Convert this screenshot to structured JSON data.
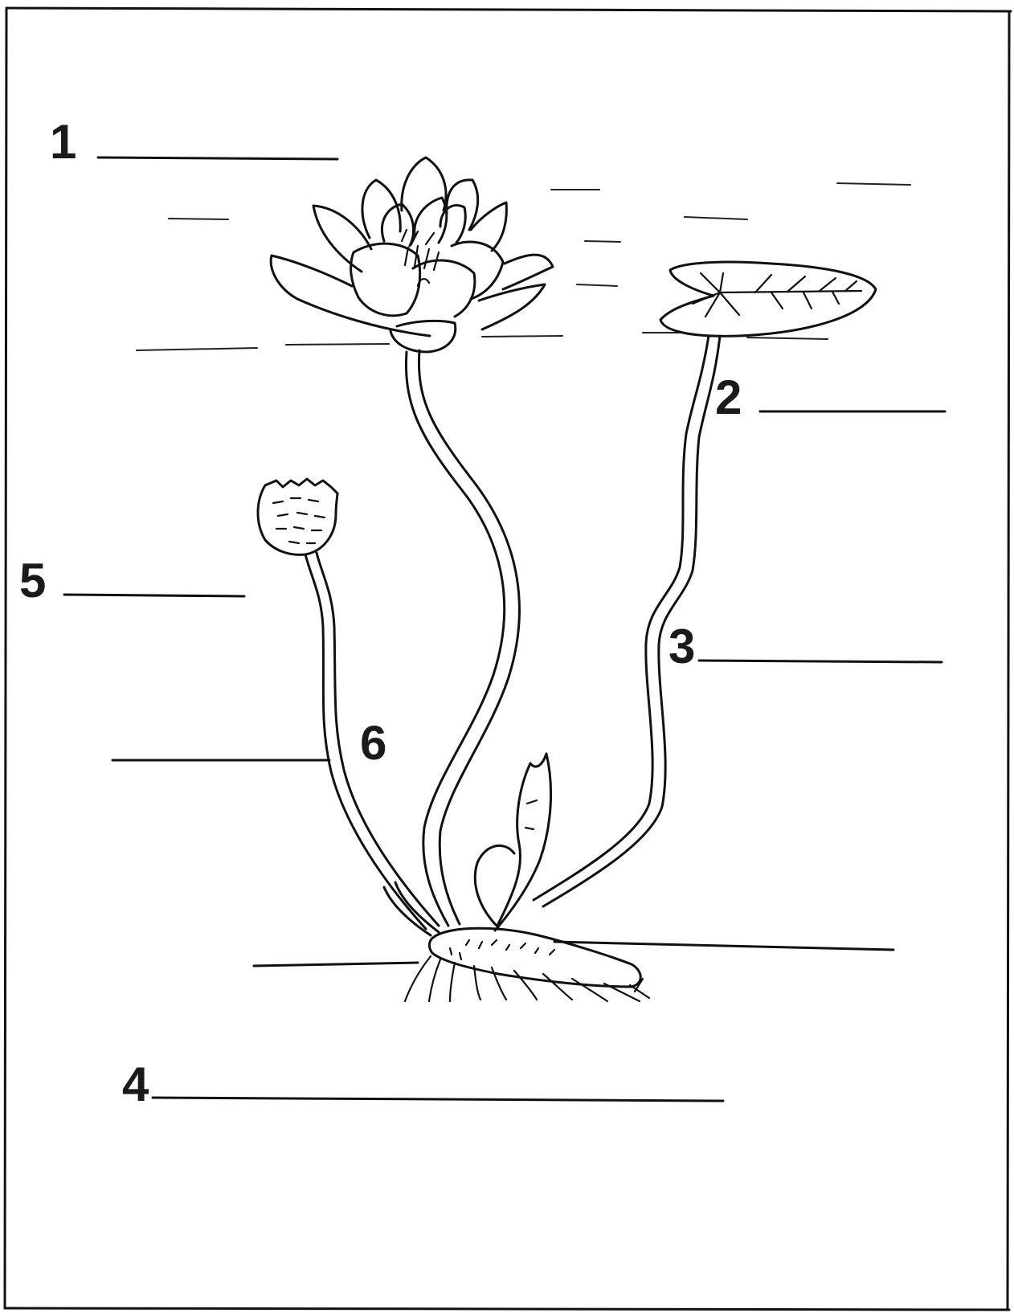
{
  "labels": [
    {
      "id": "label-1",
      "text": "1"
    },
    {
      "id": "label-2",
      "text": "2"
    },
    {
      "id": "label-3",
      "text": "3"
    },
    {
      "id": "label-4",
      "text": "4"
    },
    {
      "id": "label-5",
      "text": "5"
    },
    {
      "id": "label-6",
      "text": "6"
    }
  ],
  "colors": {
    "ink": "#111111",
    "paper": "#ffffff"
  }
}
